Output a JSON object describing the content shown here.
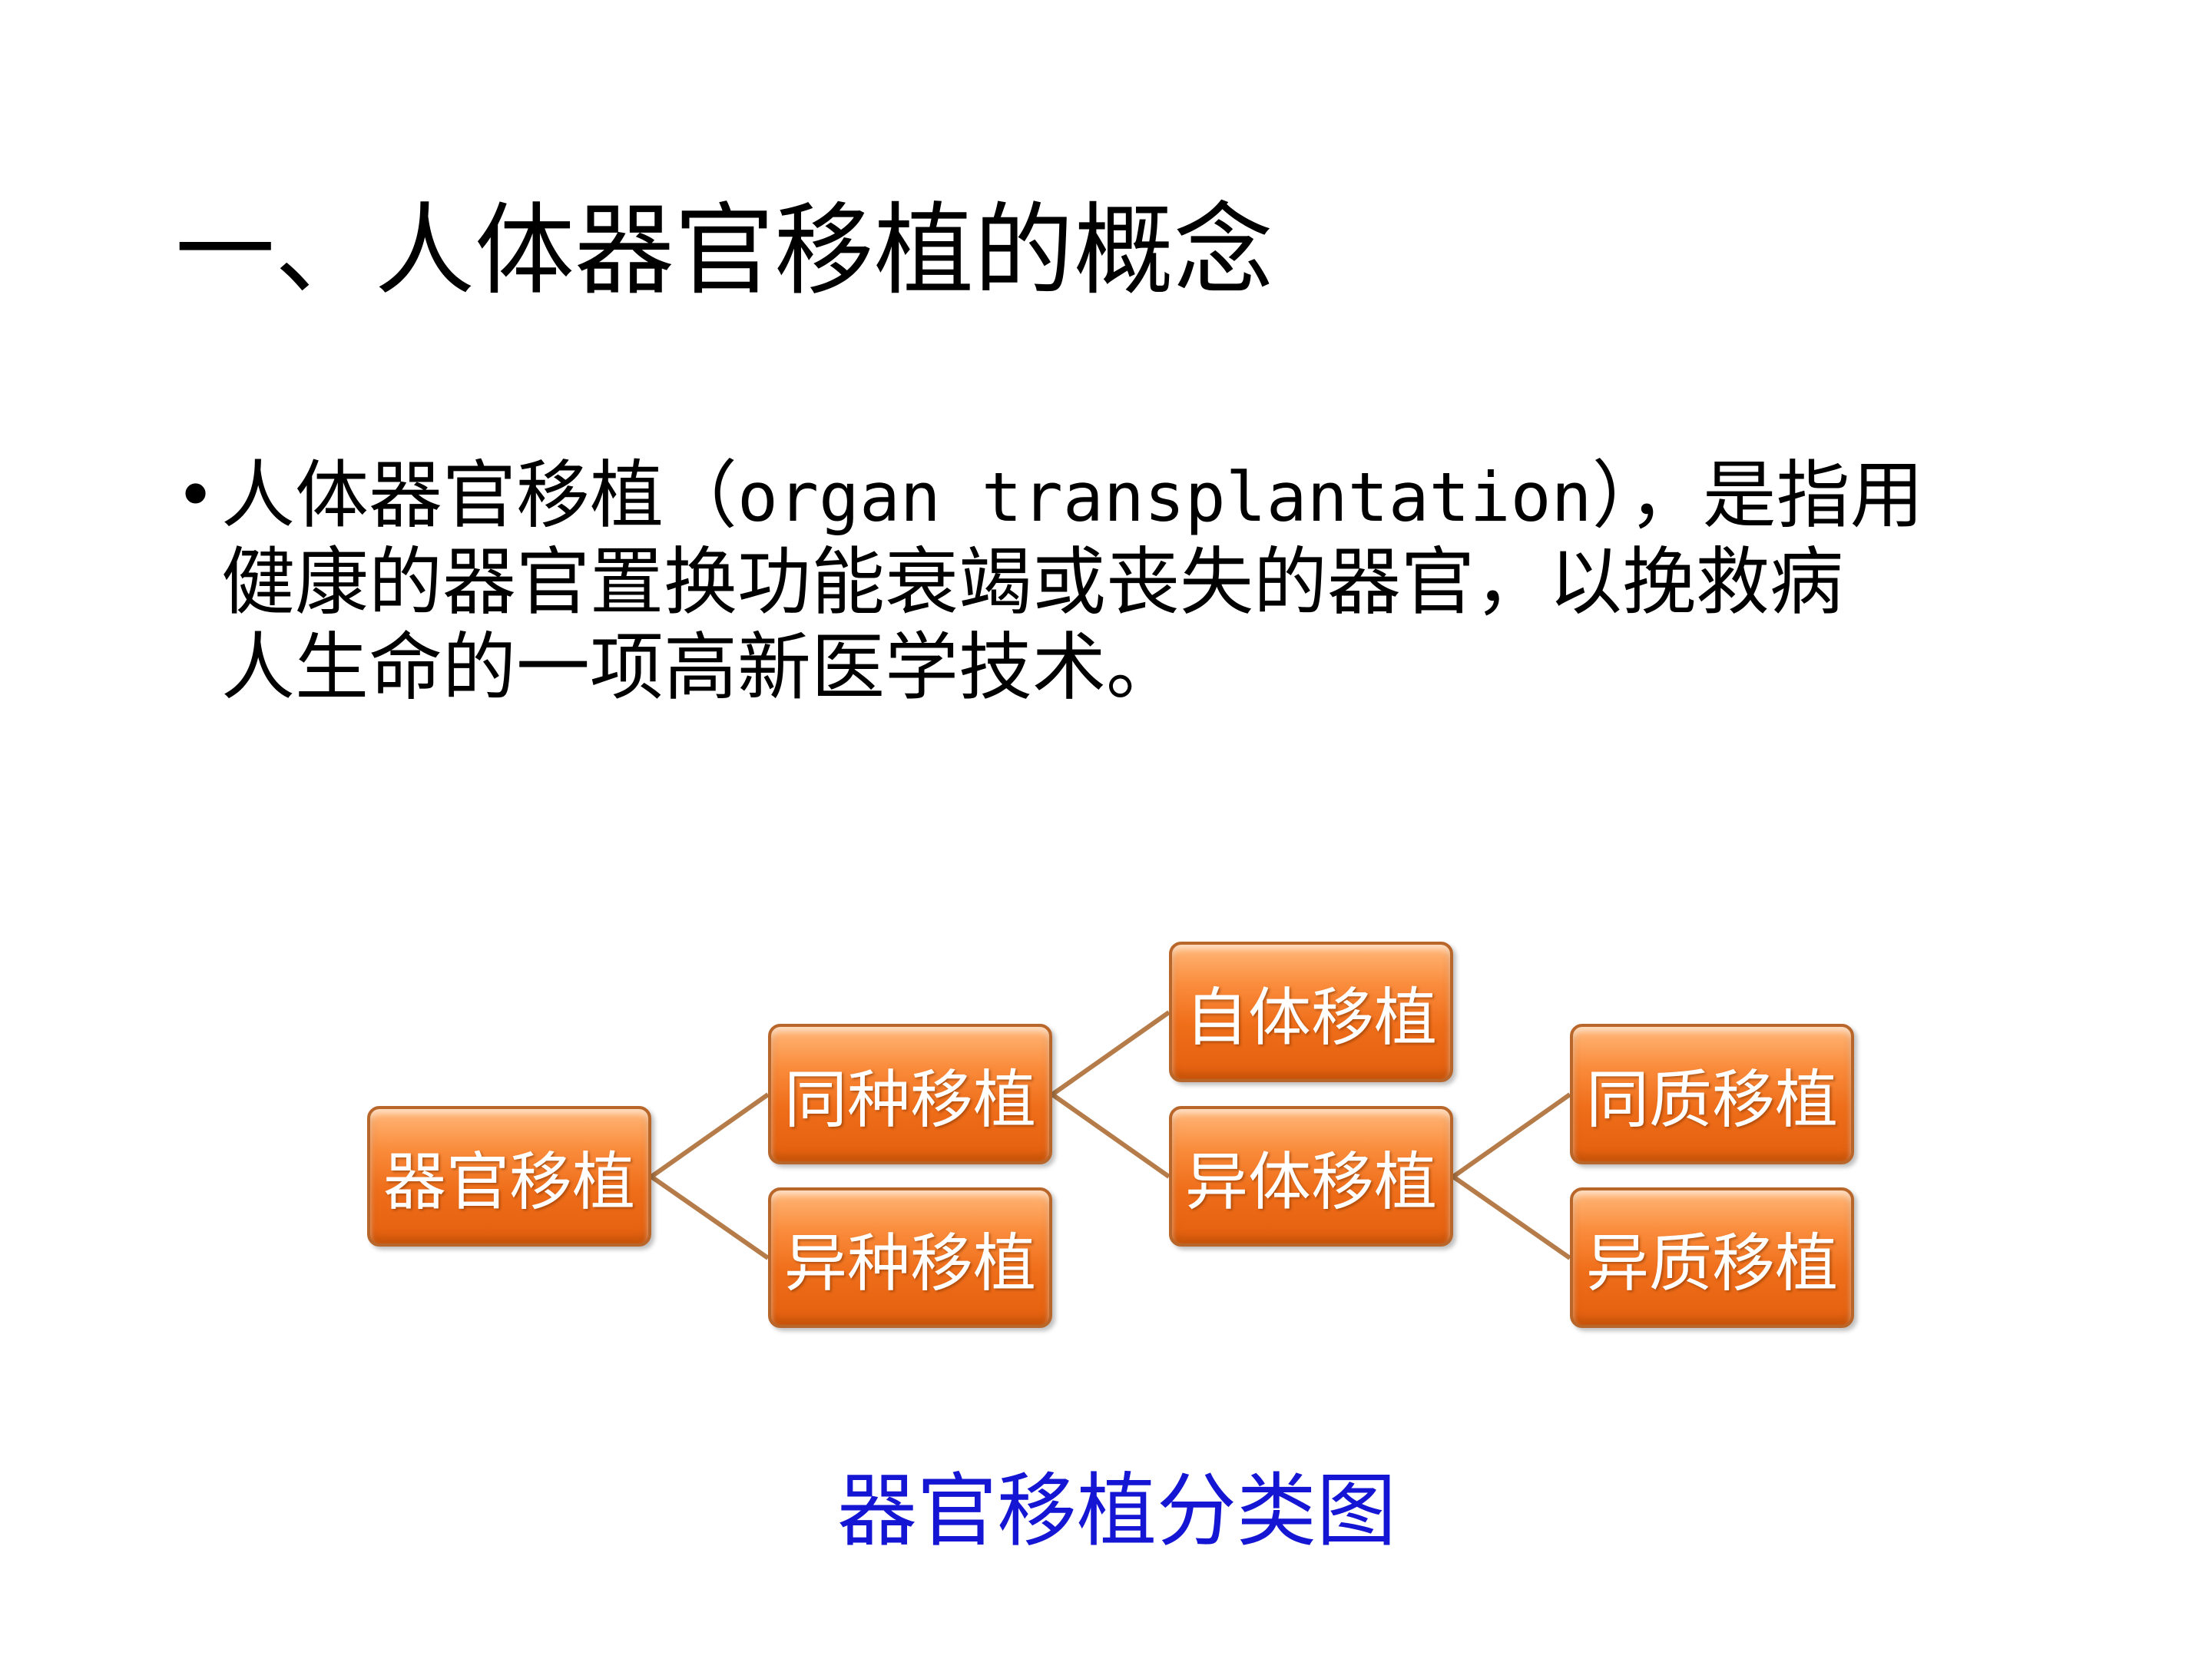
{
  "title": "一、人体器官移植的概念",
  "bullet": {
    "line1_prefix": "人体器官移植（",
    "line1_term": "organ transplantation",
    "line1_suffix": "），是指用",
    "line2": "健康的器官置换功能衰竭或丧失的器官，以挽救病",
    "line3": "人生命的一项高新医学技术。"
  },
  "diagram": {
    "root": "器官移植",
    "level1": [
      "同种移植",
      "异种移植"
    ],
    "level2": [
      "自体移植",
      "异体移植"
    ],
    "level3": [
      "同质移植",
      "异质移植"
    ],
    "box_color": "#ef6e1a",
    "connector_color": "#b57c4a"
  },
  "caption": "器官移植分类图",
  "colors": {
    "caption": "#1515d4"
  }
}
